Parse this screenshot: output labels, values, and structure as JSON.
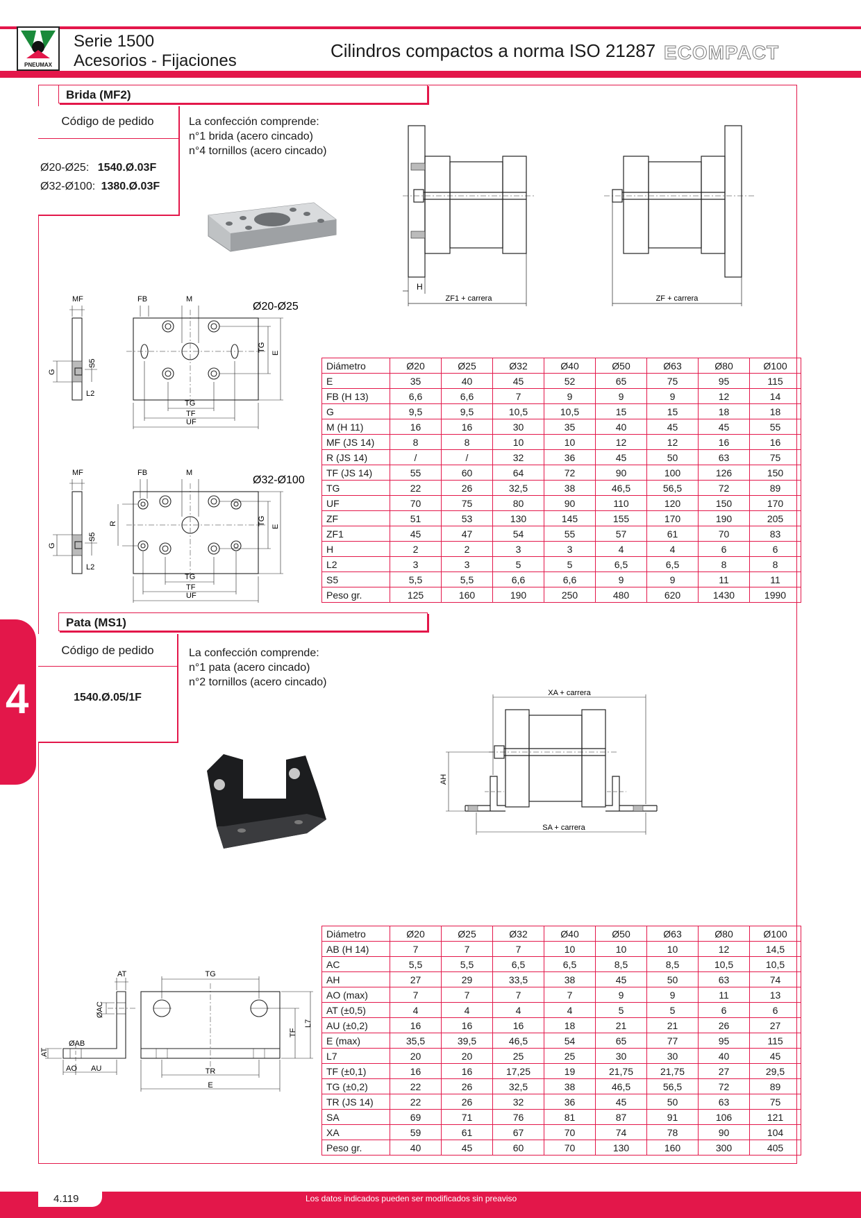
{
  "header": {
    "logo_text": "PNEUMAX",
    "serie": "Serie 1500",
    "subtitle": "Acesorios - Fijaciones",
    "title": "Cilindros compactos a norma ISO 21287",
    "brand": "ECOMPACT"
  },
  "side_tab": "4",
  "brida": {
    "title": "Brida (MF2)",
    "code_title": "Código de pedido",
    "codes": [
      {
        "range": "Ø20-Ø25:",
        "code": "1540.Ø.03F"
      },
      {
        "range": "Ø32-Ø100:",
        "code": "1380.Ø.03F"
      }
    ],
    "contents_title": "La confección comprende:",
    "contents": [
      "n°1 brida (acero cincado)",
      "n°4 tornillos (acero cincado)"
    ],
    "drawing_labels": {
      "zf1": "ZF1 + carrera",
      "zf": "ZF + carrera",
      "h": "H",
      "mf": "MF",
      "fb": "FB",
      "m": "M",
      "g": "G",
      "s5": "S5",
      "l2": "L2",
      "tg": "TG",
      "tf": "TF",
      "uf": "UF",
      "e": "E",
      "r": "R",
      "d1": "Ø20-Ø25",
      "d2": "Ø32-Ø100"
    },
    "table": {
      "headers": [
        "Diámetro",
        "Ø20",
        "Ø25",
        "Ø32",
        "Ø40",
        "Ø50",
        "Ø63",
        "Ø80",
        "Ø100"
      ],
      "rows": [
        [
          "E",
          "35",
          "40",
          "45",
          "52",
          "65",
          "75",
          "95",
          "115"
        ],
        [
          "FB (H 13)",
          "6,6",
          "6,6",
          "7",
          "9",
          "9",
          "9",
          "12",
          "14"
        ],
        [
          "G",
          "9,5",
          "9,5",
          "10,5",
          "10,5",
          "15",
          "15",
          "18",
          "18"
        ],
        [
          "M (H 11)",
          "16",
          "16",
          "30",
          "35",
          "40",
          "45",
          "45",
          "55"
        ],
        [
          "MF (JS 14)",
          "8",
          "8",
          "10",
          "10",
          "12",
          "12",
          "16",
          "16"
        ],
        [
          "R (JS 14)",
          "/",
          "/",
          "32",
          "36",
          "45",
          "50",
          "63",
          "75"
        ],
        [
          "TF (JS 14)",
          "55",
          "60",
          "64",
          "72",
          "90",
          "100",
          "126",
          "150"
        ],
        [
          "TG",
          "22",
          "26",
          "32,5",
          "38",
          "46,5",
          "56,5",
          "72",
          "89"
        ],
        [
          "UF",
          "70",
          "75",
          "80",
          "90",
          "110",
          "120",
          "150",
          "170"
        ],
        [
          "ZF",
          "51",
          "53",
          "130",
          "145",
          "155",
          "170",
          "190",
          "205"
        ],
        [
          "ZF1",
          "45",
          "47",
          "54",
          "55",
          "57",
          "61",
          "70",
          "83"
        ],
        [
          "H",
          "2",
          "2",
          "3",
          "3",
          "4",
          "4",
          "6",
          "6"
        ],
        [
          "L2",
          "3",
          "3",
          "5",
          "5",
          "6,5",
          "6,5",
          "8",
          "8"
        ],
        [
          "S5",
          "5,5",
          "5,5",
          "6,6",
          "6,6",
          "9",
          "9",
          "11",
          "11"
        ],
        [
          "Peso gr.",
          "125",
          "160",
          "190",
          "250",
          "480",
          "620",
          "1430",
          "1990"
        ]
      ]
    }
  },
  "pata": {
    "title": "Pata (MS1)",
    "code_title": "Código de pedido",
    "code": "1540.Ø.05/1F",
    "contents_title": "La confección comprende:",
    "contents": [
      "n°1 pata (acero cincado)",
      "n°2 tornillos (acero cincado)"
    ],
    "drawing_labels": {
      "xa": "XA + carrera",
      "sa": "SA + carrera",
      "ah": "AH",
      "at": "AT",
      "oac": "ØAC",
      "oab": "ØAB",
      "ao": "AO",
      "au": "AU",
      "tg": "TG",
      "tf": "TF",
      "l7": "L7",
      "tr": "TR",
      "e": "E"
    },
    "table": {
      "headers": [
        "Diámetro",
        "Ø20",
        "Ø25",
        "Ø32",
        "Ø40",
        "Ø50",
        "Ø63",
        "Ø80",
        "Ø100"
      ],
      "rows": [
        [
          "AB (H 14)",
          "7",
          "7",
          "7",
          "10",
          "10",
          "10",
          "12",
          "14,5"
        ],
        [
          "AC",
          "5,5",
          "5,5",
          "6,5",
          "6,5",
          "8,5",
          "8,5",
          "10,5",
          "10,5"
        ],
        [
          "AH",
          "27",
          "29",
          "33,5",
          "38",
          "45",
          "50",
          "63",
          "74"
        ],
        [
          "AO (max)",
          "7",
          "7",
          "7",
          "7",
          "9",
          "9",
          "11",
          "13"
        ],
        [
          "AT (±0,5)",
          "4",
          "4",
          "4",
          "4",
          "5",
          "5",
          "6",
          "6"
        ],
        [
          "AU (±0,2)",
          "16",
          "16",
          "16",
          "18",
          "21",
          "21",
          "26",
          "27"
        ],
        [
          "E (max)",
          "35,5",
          "39,5",
          "46,5",
          "54",
          "65",
          "77",
          "95",
          "115"
        ],
        [
          "L7",
          "20",
          "20",
          "25",
          "25",
          "30",
          "30",
          "40",
          "45"
        ],
        [
          "TF (±0,1)",
          "16",
          "16",
          "17,25",
          "19",
          "21,75",
          "21,75",
          "27",
          "29,5"
        ],
        [
          "TG (±0,2)",
          "22",
          "26",
          "32,5",
          "38",
          "46,5",
          "56,5",
          "72",
          "89"
        ],
        [
          "TR (JS 14)",
          "22",
          "26",
          "32",
          "36",
          "45",
          "50",
          "63",
          "75"
        ],
        [
          "SA",
          "69",
          "71",
          "76",
          "81",
          "87",
          "91",
          "106",
          "121"
        ],
        [
          "XA",
          "59",
          "61",
          "67",
          "70",
          "74",
          "78",
          "90",
          "104"
        ],
        [
          "Peso gr.",
          "40",
          "45",
          "60",
          "70",
          "130",
          "160",
          "300",
          "405"
        ]
      ]
    }
  },
  "footer": {
    "page": "4.119",
    "disclaimer": "Los datos indicados pueden ser modificados sin preaviso"
  }
}
